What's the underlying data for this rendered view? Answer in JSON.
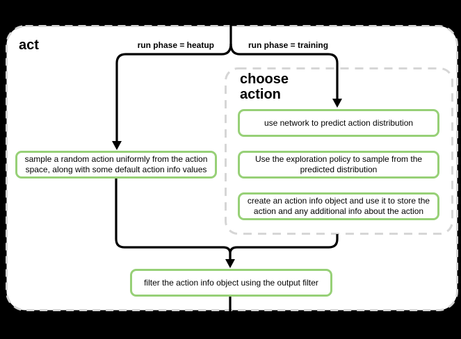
{
  "diagram": {
    "title": "act",
    "edge_labels": {
      "heatup": "run phase = heatup",
      "training": "run phase = training"
    },
    "group": {
      "title": "choose action"
    },
    "nodes": {
      "sample_random": "sample a random action uniformly from the action space, along with some default action info values",
      "use_network": "use network to predict action distribution",
      "exploration_policy": "Use the exploration policy to sample from the predicted distribution",
      "create_action_info": "create an action info object and use it to store the action and any additional info about the action",
      "filter_output": "filter the action info object using the output filter"
    },
    "colors": {
      "background": "#000000",
      "surface": "#ffffff",
      "node_border": "#97d077",
      "dashed_border": "#d6d6d6",
      "edge": "#000000",
      "text": "#000000"
    }
  }
}
